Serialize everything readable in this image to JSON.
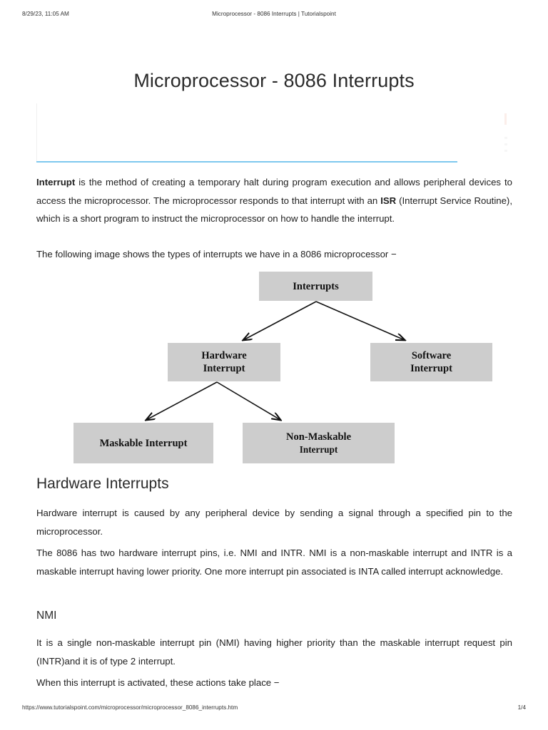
{
  "print_header": {
    "date": "8/29/23, 11:05 AM",
    "title": "Microprocessor - 8086 Interrupts | Tutorialspoint"
  },
  "document": {
    "title": "Microprocessor - 8086 Interrupts",
    "paragraphs": {
      "intro_bold_1": "Interrupt",
      "intro_rest_1": " is the method of creating a temporary halt during program execution and allows peripheral devices to access the microprocessor. The microprocessor responds to that interrupt with an ",
      "intro_bold_2": "ISR",
      "intro_rest_2": " (Interrupt Service Routine), which is a short program to instruct the microprocessor on how to handle the interrupt.",
      "image_intro": "The following image shows the types of interrupts we have in a 8086 microprocessor −",
      "hardware_p1": "Hardware interrupt is caused by any peripheral device by sending a signal through a specified pin to the microprocessor.",
      "hardware_p2": "The 8086 has two hardware interrupt pins, i.e. NMI and INTR. NMI is a non-maskable interrupt and INTR is a maskable interrupt having lower priority. One more interrupt pin associated is INTA called interrupt acknowledge.",
      "nmi_p1": "It is a single non-maskable interrupt pin (NMI) having higher priority than the maskable interrupt request pin (INTR)and it is of type 2 interrupt.",
      "nmi_p2": "When this interrupt is activated, these actions take place −"
    },
    "headings": {
      "hardware_interrupts": "Hardware Interrupts",
      "nmi": "NMI"
    }
  },
  "diagram": {
    "type": "tree",
    "accent_box_color": "#cdcdcd",
    "nodes": {
      "root": "Interrupts",
      "hardware_line1": "Hardware",
      "hardware_line2": "Interrupt",
      "software_line1": "Software",
      "software_line2": "Interrupt",
      "maskable": "Maskable Interrupt",
      "nonmaskable_line1": "Non-Maskable",
      "nonmaskable_line2": "Interrupt"
    }
  },
  "theme": {
    "rule_color": "#7ec8ee"
  },
  "print_footer": {
    "url": "https://www.tutorialspoint.com/microprocessor/microprocessor_8086_interrupts.htm",
    "page": "1/4"
  }
}
